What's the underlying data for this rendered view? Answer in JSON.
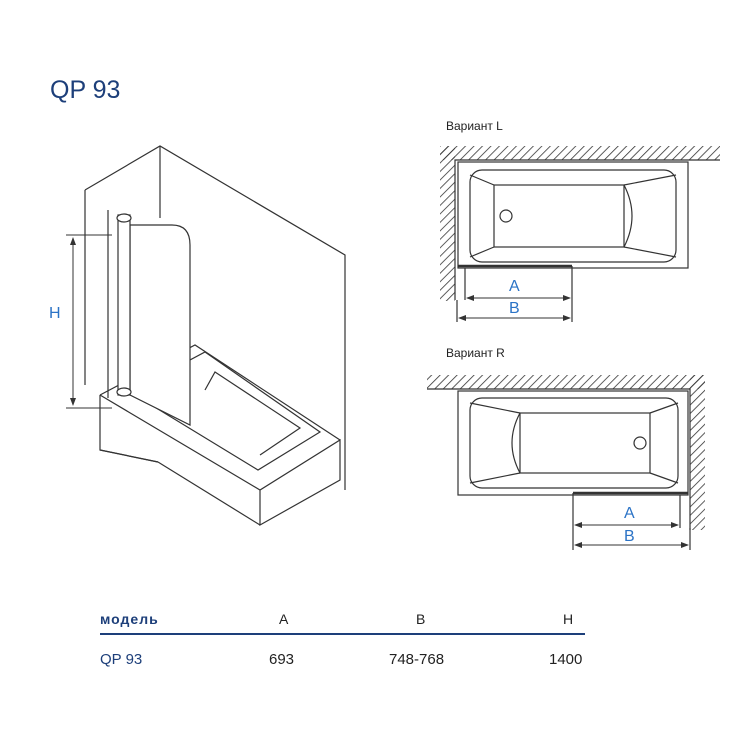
{
  "title": "QP 93",
  "drawing": {
    "height_label": "H",
    "variant_l": {
      "label": "Вариант L",
      "dim_a": "A",
      "dim_b": "B"
    },
    "variant_r": {
      "label": "Вариант R",
      "dim_a": "A",
      "dim_b": "B"
    }
  },
  "table": {
    "headers": [
      "модель",
      "A",
      "B",
      "H"
    ],
    "rows": [
      [
        "QP 93",
        "693",
        "748-768",
        "1400"
      ]
    ]
  },
  "colors": {
    "accent": "#1d3f7a",
    "dimension": "#2b73c6"
  }
}
